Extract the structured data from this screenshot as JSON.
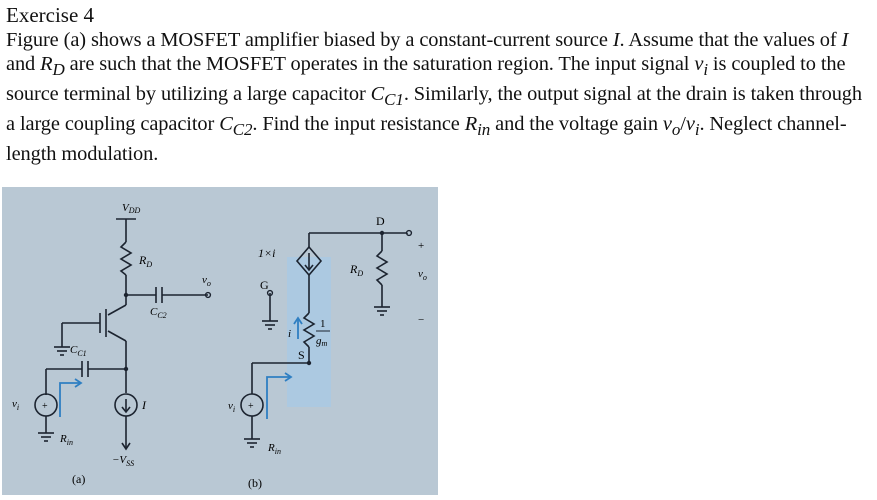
{
  "exercise": {
    "title": "Exercise 4"
  },
  "problem": {
    "p1": "Figure (a) shows a MOSFET amplifier biased by a constant-current source ",
    "p2": "I",
    "p3": ". Assume that the values of ",
    "p4": "I",
    "p5": " and ",
    "p6": "R",
    "p7": "D",
    "p8": " are such that the MOSFET operates in the saturation region. The input signal ",
    "p9": "v",
    "p10": "i",
    "p11": " is coupled to the source terminal by utilizing a large capacitor ",
    "p12": "C",
    "p13": "C1",
    "p14": ". Similarly, the output signal at the drain is taken through a large coupling capacitor ",
    "p15": "C",
    "p16": "C2",
    "p17": ". Find the input resistance ",
    "p18": "R",
    "p19": "in",
    "p20": " and the voltage gain ",
    "p21": "v",
    "p22": "o",
    "p23": "/",
    "p24": "v",
    "p25": "i",
    "p26": ". Neglect channel-length modulation."
  },
  "figure": {
    "labels": {
      "vdd": "V",
      "vdd_sub": "DD",
      "rd_a": "R",
      "rd_a_sub": "D",
      "vo_a": "v",
      "vo_a_sub": "o",
      "cc2": "C",
      "cc2_sub": "C2",
      "cc1": "C",
      "cc1_sub": "C1",
      "vi_a": "v",
      "vi_a_sub": "i",
      "i_src": "I",
      "rin_a": "R",
      "rin_a_sub": "in",
      "vss": "−V",
      "vss_sub": "SS",
      "cap_a": "(a)",
      "ixi": "1×i",
      "g": "G",
      "s": "S",
      "d": "D",
      "i_lbl": "i",
      "gm_num": "1",
      "gm_den": "g",
      "gm_den_sub": "m",
      "rd_b": "R",
      "rd_b_sub": "D",
      "vo_b": "v",
      "vo_b_sub": "o",
      "plus_b": "+",
      "minus_b": "−",
      "vi_b": "v",
      "vi_b_sub": "i",
      "rin_b": "R",
      "rin_b_sub": "in",
      "cap_b": "(b)"
    },
    "colors": {
      "photo_bg": "#b9c8d4",
      "wire": "#1c2430",
      "highlight": "#a9c9e3",
      "arrow": "#2f7fc2"
    }
  }
}
